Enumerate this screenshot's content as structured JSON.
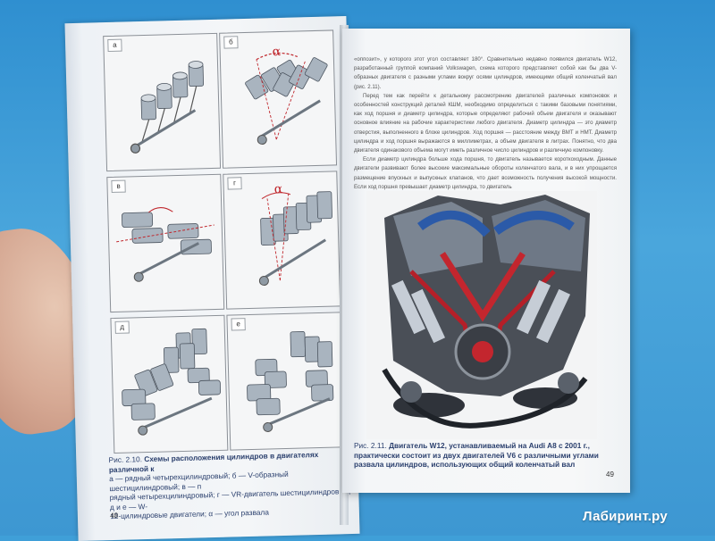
{
  "page_left": {
    "panels": [
      {
        "letter": "а"
      },
      {
        "letter": "б",
        "angle_label": "α"
      },
      {
        "letter": "в"
      },
      {
        "letter": "г",
        "angle_label": "α"
      },
      {
        "letter": "д"
      },
      {
        "letter": "е"
      }
    ],
    "caption_prefix": "Рис. 2.10.",
    "caption_bold": "Схемы расположения цилиндров в двигателях различной к",
    "caption_line2": "а — рядный четырехцилиндровый; б — V-образный шестицилиндровый; в — п",
    "caption_line3": "рядный четырехцилиндровый; г — VR-двигатель шестицилиндровый; д и е — W-",
    "caption_line4": "12-цилиндровые двигатели; α — угол развала",
    "page_number": "48"
  },
  "page_right": {
    "paragraph1": "«оппозит», у которого этот угол составляет 180°. Сравнительно недавно появился двигатель W12, разработанный группой компаний Volkswagen, схема которого представляет собой как бы два V-образных двигателя с разными углами вокруг осями цилиндров, имеющими общий коленчатый вал (рис. 2.11).",
    "paragraph2": "Перед тем как перейти к детальному рассмотрению двигателей различных компоновок и особенностей конструкций деталей КШМ, необходимо определиться с такими базовыми понятиями, как ход поршня и диаметр цилиндра, которые определяют рабочий объем двигателя и оказывают основное влияние на рабочие характеристики любого двигателя. Диаметр цилиндра — это диаметр отверстия, выполненного в блоке цилиндров. Ход поршня — расстояние между ВМТ и НМТ. Диаметр цилиндра и ход поршня выражаются в миллиметрах, а объем двигателя в литрах. Понятно, что два двигателя одинакового объема могут иметь различное число цилиндров и различную компоновку.",
    "paragraph3": "Если диаметр цилиндра больше хода поршня, то двигатель называется короткоходным. Данные двигатели развивают более высокие максимальные обороты коленчатого вала, и в них упрощается размещение впускных и выпускных клапанов, что дает возможность получения высокой мощности. Если ход поршня превышает диаметр цилиндра, то двигатель",
    "caption_prefix": "Рис. 2.11.",
    "caption_bold": "Двигатель W12, устанавливаемый на Audi A8 с 2001 г., практически состоит из двух двигателей V6 с различными углами развала цилиндров, использующих общий коленчатый вал",
    "page_number": "49"
  },
  "watermark": "Лабиринт.ру"
}
